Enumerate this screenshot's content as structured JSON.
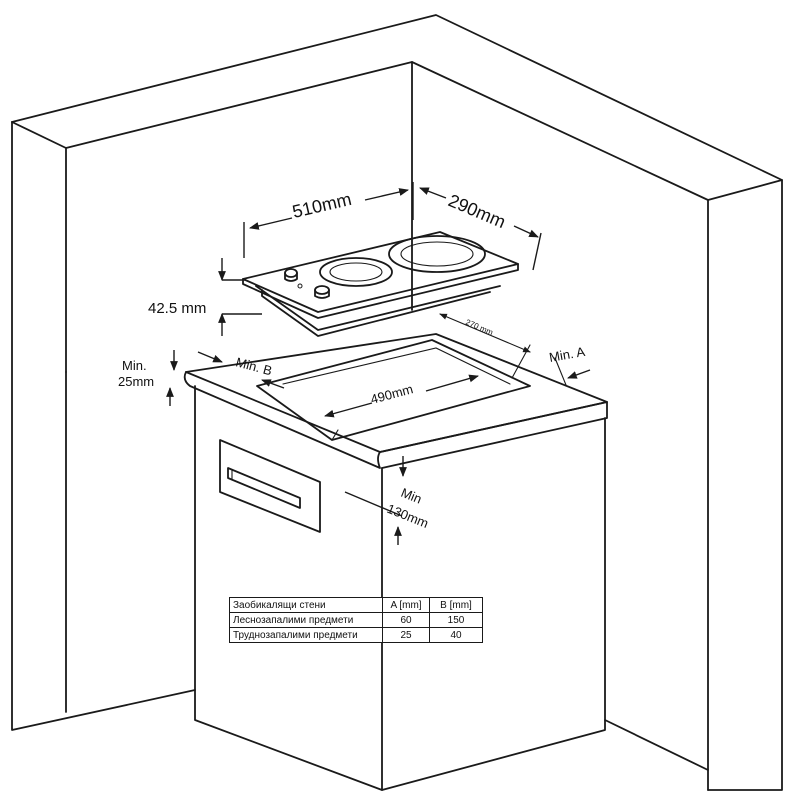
{
  "labels": {
    "width_top": "510mm",
    "depth_top": "290mm",
    "height_hob": "42.5 mm",
    "cutout_depth": "270 mm",
    "cutout_width": "490mm",
    "min_a": "Min. A",
    "min_b": "Min. B",
    "min_25_l1": "Min.",
    "min_25_l2": "25mm",
    "min_130_l1": "Min",
    "min_130_l2": "130mm"
  },
  "table": {
    "headers": [
      "Заобикалящи стени",
      "A [mm]",
      "B [mm]"
    ],
    "rows": [
      [
        "Леснозапалими предмети",
        "60",
        "150"
      ],
      [
        "Труднозапалими предмети",
        "25",
        "40"
      ]
    ]
  }
}
